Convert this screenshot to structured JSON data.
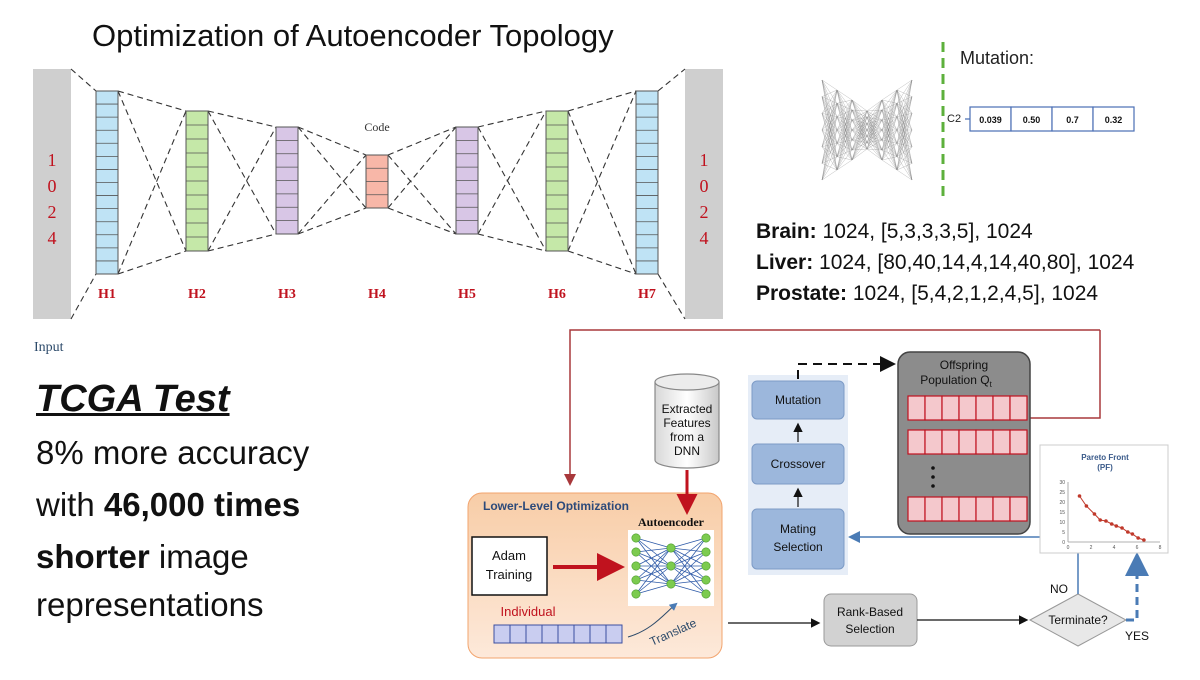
{
  "title": "Optimization of Autoencoder Topology",
  "autoencoder_diagram": {
    "input_label": "Input",
    "input_size_digits": [
      "1",
      "0",
      "2",
      "4"
    ],
    "output_size_digits": [
      "1",
      "0",
      "2",
      "4"
    ],
    "code_label": "Code",
    "layers": [
      "H1",
      "H2",
      "H3",
      "H4",
      "H5",
      "H6",
      "H7"
    ],
    "layer_colors": [
      "#bfe3f5",
      "#c5e8a8",
      "#d8c6e6",
      "#f8b7a8",
      "#d8c6e6",
      "#c5e8a8",
      "#bfe3f5"
    ]
  },
  "mutation": {
    "title": "Mutation:",
    "chromosome_label": "C2",
    "genes": [
      "0.039",
      "0.50",
      "0.7",
      "0.32"
    ]
  },
  "architectures": [
    {
      "name": "Brain:",
      "value": "1024, [5,3,3,3,5], 1024"
    },
    {
      "name": "Liver:",
      "value": "1024, [80,40,14,4,14,40,80], 1024"
    },
    {
      "name": "Prostate:",
      "value": "1024, [5,4,2,1,2,4,5], 1024"
    }
  ],
  "tcga": {
    "title": "TCGA Test",
    "line1": "8% more accuracy",
    "line2_pre": "with ",
    "line2_bold": "46,000 times",
    "line3_bold": "shorter",
    "line3_post": " image",
    "line4": "representations"
  },
  "flow": {
    "database_lines": [
      "Extracted",
      "Features",
      "from a",
      "DNN"
    ],
    "lower_level_title": "Lower-Level Optimization",
    "autoencoder_label": "Autoencoder",
    "adam_lines": [
      "Adam",
      "Training"
    ],
    "individual_label": "Individual",
    "translate_label": "Translate",
    "mutation_label": "Mutation",
    "crossover_label": "Crossover",
    "mating_lines": [
      "Mating",
      "Selection"
    ],
    "offspring_line1": "Offspring",
    "offspring_line2": "Population Q",
    "offspring_subscript": "t",
    "rank_lines": [
      "Rank-Based",
      "Selection"
    ],
    "terminate_label": "Terminate?",
    "no_label": "NO",
    "yes_label": "YES",
    "offspring_cells_per_row": 7,
    "offspring_cell_color": "#f4c8cc",
    "individual_cell_color": "#c9cdf0"
  },
  "pareto": {
    "title": "Pareto Front",
    "subtitle": "(PF)",
    "y_ticks": [
      "0",
      "5",
      "10",
      "15",
      "20",
      "25",
      "30"
    ],
    "x_ticks": [
      "0",
      "2",
      "4",
      "6",
      "8"
    ]
  },
  "chart_data": {
    "type": "line",
    "title": "Pareto Front",
    "subtitle": "(PF)",
    "xlabel": "",
    "ylabel": "",
    "xlim": [
      0,
      8
    ],
    "ylim": [
      0,
      30
    ],
    "x": [
      1,
      1.6,
      2.3,
      2.8,
      3.3,
      3.8,
      4.2,
      4.7,
      5.2,
      5.6,
      6.1,
      6.6
    ],
    "series": [
      {
        "values": [
          23,
          18,
          14,
          11,
          10.5,
          9,
          8,
          7,
          5,
          4,
          2,
          1
        ],
        "color": "#c0392b"
      }
    ],
    "grid": false
  }
}
